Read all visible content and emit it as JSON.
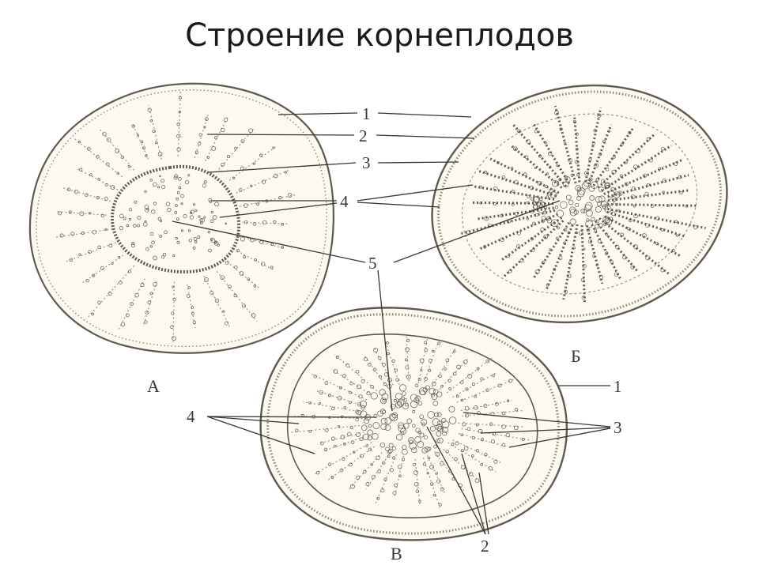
{
  "slide": {
    "title": "Строение корнеплодов"
  },
  "colors": {
    "ink": "#5f5a50",
    "ink_light": "#9c968a",
    "cell_fill": "#fbf9f0",
    "background": "#ffffff"
  },
  "figure": {
    "panels": [
      {
        "id": "A",
        "label": "А"
      },
      {
        "id": "B",
        "label": "Б"
      },
      {
        "id": "C",
        "label": "В"
      }
    ],
    "callouts": [
      {
        "text": "1"
      },
      {
        "text": "2"
      },
      {
        "text": "3"
      },
      {
        "text": "4"
      },
      {
        "text": "5"
      },
      {
        "text": "1"
      },
      {
        "text": "3"
      },
      {
        "text": "4"
      },
      {
        "text": "2"
      }
    ]
  }
}
